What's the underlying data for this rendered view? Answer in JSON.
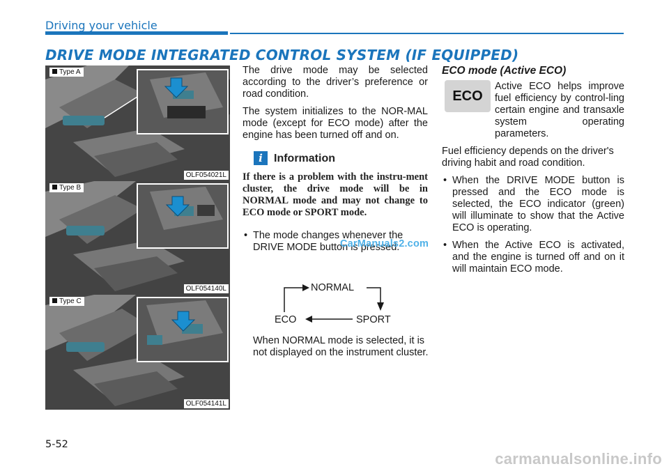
{
  "header": {
    "section": "Driving your vehicle",
    "title": "DRIVE MODE INTEGRATED CONTROL SYSTEM (IF EQUIPPED)"
  },
  "photos": [
    {
      "type": "Type A",
      "code": "OLF054021L"
    },
    {
      "type": "Type B",
      "code": "OLF054140L"
    },
    {
      "type": "Type C",
      "code": "OLF054141L"
    }
  ],
  "intro": [
    "The drive mode may be selected according to the driver’s preference or road condition.",
    "The system initializes to the NOR-MAL mode (except for ECO mode) after the engine has been turned off and on."
  ],
  "information": {
    "icon": "i",
    "title": "Information",
    "body": "If there is a problem with the instru-ment cluster, the drive mode will be in NORMAL mode and may not change to ECO mode or SPORT mode."
  },
  "mode_bullet": "The mode changes whenever the DRIVE MODE button is pressed.",
  "cycle": {
    "normal": "NORMAL",
    "sport": "SPORT",
    "eco": "ECO"
  },
  "cycle_note": "When NORMAL mode is selected, it is not displayed on the instrument cluster.",
  "watermark": "CarManuals2.com",
  "eco": {
    "heading": "ECO mode (Active ECO)",
    "badge": "ECO",
    "description": "Active ECO helps improve fuel efficiency by control-ling certain engine and transaxle system operating parameters.",
    "note": "Fuel efficiency depends on the driver's driving habit and road condition.",
    "bullets": [
      "When the DRIVE MODE button is pressed and the ECO mode is selected, the ECO indicator (green) will illuminate to show that the Active ECO is operating.",
      "When the Active ECO is activated, and the engine is turned off and on it will maintain ECO mode."
    ]
  },
  "footer": {
    "page": "5-52",
    "site": "carmanualsonline.info"
  },
  "colors": {
    "accent": "#1b75bc",
    "watermark": "#4fb1e8",
    "badge": "#d4d4d4"
  }
}
